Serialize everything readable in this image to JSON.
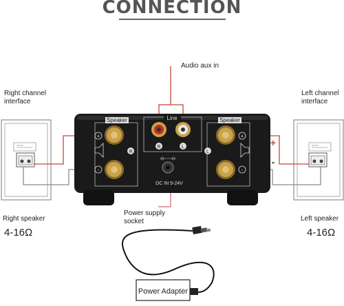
{
  "header": {
    "title": "CONNECTION"
  },
  "labels": {
    "audio_aux_in": "Audio aux in",
    "right_channel_interface": "Right channel interface",
    "left_channel_interface": "Left channel interface",
    "right_speaker": "Right speaker",
    "left_speaker": "Left speaker",
    "right_impedance": "4-16Ω",
    "left_impedance": "4-16Ω",
    "power_supply_socket": "Power supply socket",
    "power_adapter": "Power Adapter"
  },
  "amplifier": {
    "speaker_left_panel": "Speaker",
    "speaker_right_panel": "Speaker",
    "line_label": "Line",
    "rca_r": "R",
    "rca_l": "L",
    "channel_r": "R",
    "channel_l": "L",
    "dc_label": "DC IN 9-24V",
    "plus_sign": "+",
    "minus_sign": "-"
  },
  "colors": {
    "wire_red": "#c4453c",
    "wire_gray": "#8a8a8a",
    "amp_body": "#1a1a1a",
    "gold": "#c9a24a",
    "rca_red": "#c22a2a"
  }
}
